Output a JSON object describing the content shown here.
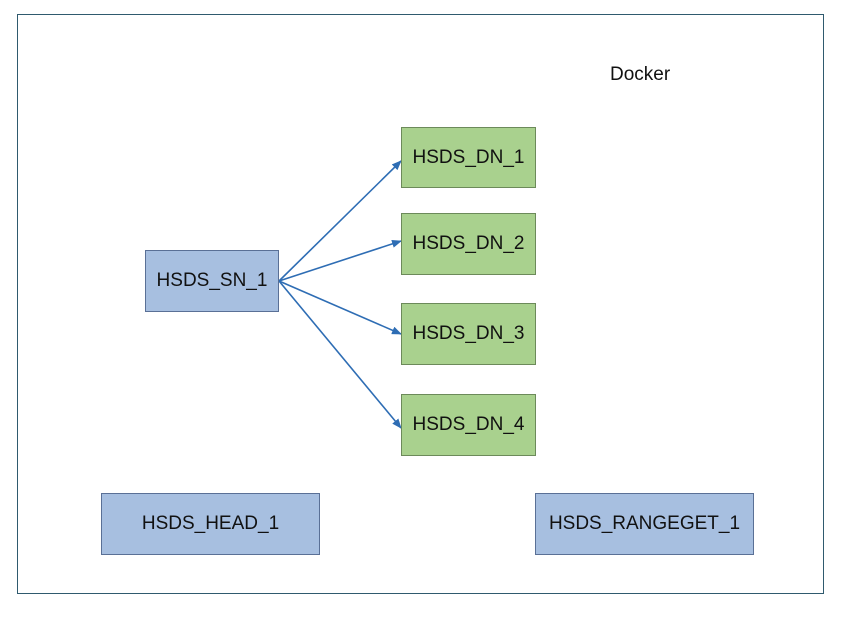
{
  "container": {
    "label": "Docker",
    "border_color": "#2f5a6e"
  },
  "colors": {
    "service_node": "#a7bfe0",
    "data_node": "#a9d18e",
    "edge": "#2e6db4"
  },
  "nodes": {
    "sn_1": "HSDS_SN_1",
    "dn_1": "HSDS_DN_1",
    "dn_2": "HSDS_DN_2",
    "dn_3": "HSDS_DN_3",
    "dn_4": "HSDS_DN_4",
    "head_1": "HSDS_HEAD_1",
    "rangeget_1": "HSDS_RANGEGET_1"
  },
  "edges": [
    {
      "from": "sn_1",
      "to": "dn_1"
    },
    {
      "from": "sn_1",
      "to": "dn_2"
    },
    {
      "from": "sn_1",
      "to": "dn_3"
    },
    {
      "from": "sn_1",
      "to": "dn_4"
    }
  ]
}
